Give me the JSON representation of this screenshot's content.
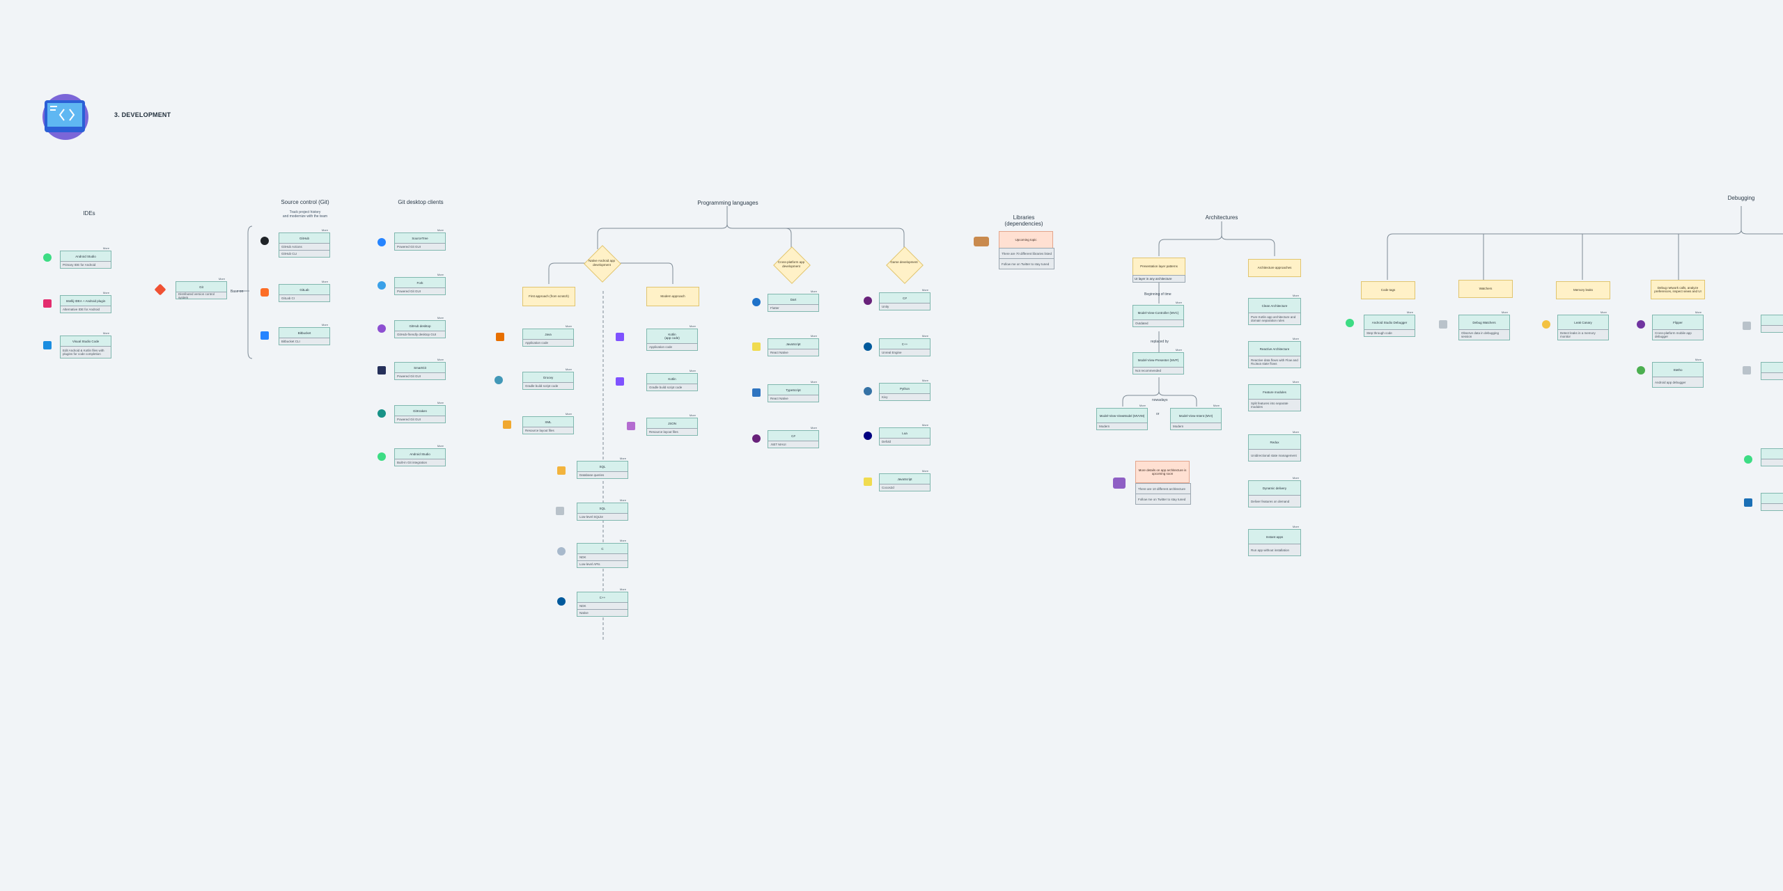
{
  "header": {
    "title": "3. DEVELOPMENT"
  },
  "sections": {
    "ides": "IDEs",
    "source_control": "Source control (Git)",
    "source_control_sub": "Track project history\nand modernize with the team",
    "git_clients": "Git desktop clients",
    "programming_languages": "Programming languages",
    "libraries": "Libraries\n(dependencies)",
    "architectures": "Architectures",
    "debugging": "Debugging"
  },
  "ides": [
    {
      "title": "Android Studio",
      "row": "Primary IDE for Android"
    },
    {
      "title": "Intellij IDEA + Android plugin",
      "row": "Alternative IDE for Android"
    },
    {
      "title": "Visual Studio Code",
      "row": "Edit Android & Kotlin files with plugins for code completion"
    }
  ],
  "git": {
    "title": "Git",
    "row": "Distributed version control system",
    "based_on": "Base on"
  },
  "hosts": [
    {
      "title": "GitHub",
      "rows": [
        "GitHub Actions",
        "GitHub CLI"
      ]
    },
    {
      "title": "GitLab",
      "rows": [
        "GitLab CI"
      ]
    },
    {
      "title": "Bitbucket",
      "rows": [
        "Bitbucket CLI"
      ]
    }
  ],
  "git_clients": [
    {
      "title": "SourceTree",
      "row": "Powered Git GUI"
    },
    {
      "title": "Fork",
      "row": "Powered Git GUI"
    },
    {
      "title": "GitHub desktop",
      "row": "GitHub-friendly desktop GUI"
    },
    {
      "title": "SmartGit",
      "row": "Powered Git GUI"
    },
    {
      "title": "GitKraken",
      "row": "Powered Git GUI"
    },
    {
      "title": "Android Studio",
      "row": "Built-in Git integration"
    }
  ],
  "languages": {
    "native": "Native Android app development",
    "first_approach": "First approach (from scratch)",
    "modern_approach": "Modern approach",
    "cross": "Cross-platform app development",
    "game": "Game development",
    "first": [
      {
        "title": "Java",
        "row": "Application code"
      },
      {
        "title": "Groovy",
        "row": "Gradle build script code"
      },
      {
        "title": "XML",
        "row": "Resource layout files"
      }
    ],
    "modern": [
      {
        "title": "Kotlin\n(app code)",
        "row": "Application code"
      },
      {
        "title": "Kotlin",
        "row": "Gradle build script code"
      },
      {
        "title": "JSON",
        "row": "Resource layout files"
      }
    ],
    "center": [
      {
        "title": "SQL",
        "row": "Database queries"
      },
      {
        "title": "SQL",
        "row": "Low-level SQLite"
      },
      {
        "title": "C",
        "rows": [
          "NDK",
          "Low-level APIs"
        ]
      },
      {
        "title": "C++",
        "rows": [
          "NDK",
          "Native"
        ]
      }
    ],
    "cross_cards": [
      {
        "title": "Dart",
        "row": "Flutter"
      },
      {
        "title": "JavaScript",
        "row": "React Native"
      },
      {
        "title": "TypeScript",
        "row": "React Native"
      },
      {
        "title": "C#",
        "row": ".NET MAUI"
      }
    ],
    "game_cards": [
      {
        "title": "C#",
        "row": "Unity"
      },
      {
        "title": "C++",
        "row": "Unreal Engine"
      },
      {
        "title": "Python",
        "row": "Kivy"
      },
      {
        "title": "Lua",
        "row": "Defold"
      },
      {
        "title": "JavaScript",
        "row": "Cocos2d"
      }
    ]
  },
  "libraries": {
    "note": "Upcoming topic",
    "rows": [
      "There are 70 different libraries listed",
      "Follow me on Twitter to stay tuned"
    ]
  },
  "architectures": {
    "presentation": "Presentation layer patterns",
    "presentation_row": "UI layer in any architecture",
    "approaches": "Architecture approaches",
    "mvc": "Model-View-Controller (MVC)",
    "mvc_row": "Outdated",
    "mvp": "Model-View-Presenter (MVP)",
    "mvp_row": "Not recommended",
    "mvvm": "Model-View-ViewModel (MVVM)",
    "mvvm_row": "Modern",
    "mvi": "Model-View-Intent (MVI)",
    "mvi_row": "Modern",
    "beginning": "Beginning of time",
    "replaced_by": "replaced by",
    "nowadays": "nowadays",
    "or": "or",
    "approach_cards": [
      {
        "title": "Clean Architecture",
        "row": "Pure Kotlin app architecture and domain separation rules"
      },
      {
        "title": "Reactive Architecture",
        "row": "Reactive data flows with Flow and RxJava state flows"
      },
      {
        "title": "Feature modules",
        "row": "Split features into separate modules"
      },
      {
        "title": "Redux",
        "row": "Unidirectional state management"
      },
      {
        "title": "Dynamic delivery",
        "row": "Deliver features on demand"
      },
      {
        "title": "Instant apps",
        "row": "Run app without installation"
      }
    ],
    "upcoming": "More details on app architecture is upcoming soon",
    "upcoming_rows": [
      "There are 10 different architecture",
      "Follow me on Twitter to stay tuned"
    ]
  },
  "debugging": {
    "notes": [
      "Code tags",
      "Watchers",
      "Memory leaks",
      "Debug network calls, analyze preferences, inspect views and UI"
    ],
    "cards": [
      {
        "title": "Android Studio Debugger",
        "row": "Step through code"
      },
      {
        "title": "Debug Watchers",
        "row": "Observe data in debugging session"
      },
      {
        "title": "Leak Canary",
        "row": "Detect leaks in a memory monitor"
      },
      {
        "title": "Flipper",
        "row": "Cross-platform mobile app debugger"
      },
      {
        "title": "Stetho",
        "row": "Android app debugger"
      }
    ]
  },
  "more": "More",
  "colors": {
    "card": "#d6f0ec",
    "note": "#fff1c7",
    "upcoming": "#ffe0d2",
    "bg": "#f1f4f7"
  }
}
